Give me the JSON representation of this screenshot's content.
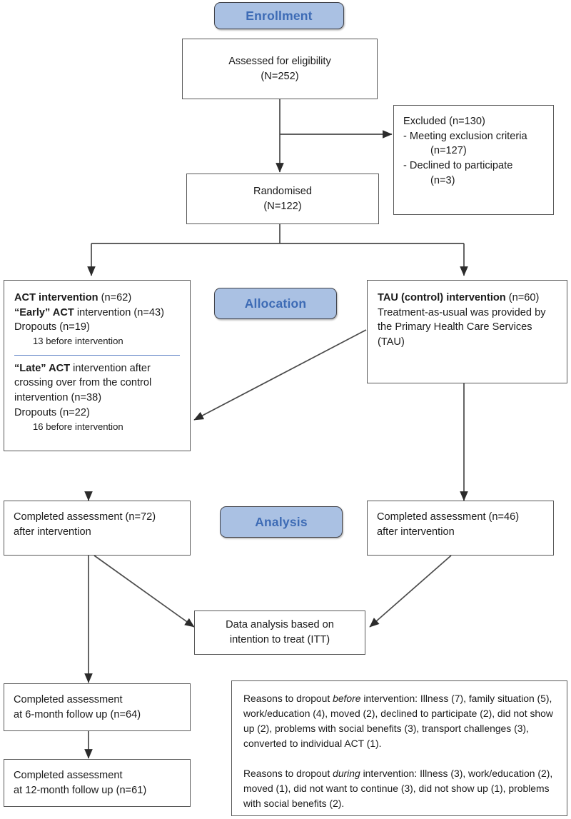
{
  "figure": {
    "type": "consort-flow-diagram",
    "accent_blue": "#aac1e3",
    "accent_text": "#3d6bb5",
    "line_color": "#404040"
  },
  "stages": {
    "enrollment": "Enrollment",
    "allocation": "Allocation",
    "analysis": "Analysis"
  },
  "enrollment": {
    "assessed": {
      "line1": "Assessed for eligibility",
      "line2": "(N=252)"
    },
    "excluded": {
      "heading": "Excluded (n=130)",
      "item1": "-   Meeting exclusion criteria",
      "item1n": "(n=127)",
      "item2": "-  Declined to participate",
      "item2n": "(n=3)"
    },
    "randomised": {
      "line1": "Randomised",
      "line2": "(N=122)"
    }
  },
  "allocation": {
    "act": {
      "title_bold": "ACT intervention",
      "title_n": " (n=62)",
      "early_bold": "“Early” ACT",
      "early_rest": " intervention (n=43)",
      "early_dropouts": "Dropouts (n=19)",
      "early_before": "13 before intervention",
      "late_bold": "“Late” ACT",
      "late_rest": " intervention after",
      "late_line2": "crossing over from the control",
      "late_line3": "intervention (n=38)",
      "late_dropouts": "Dropouts (n=22)",
      "late_before": "16 before intervention"
    },
    "tau": {
      "title_bold": "TAU (control) intervention",
      "title_n": " (n=60)",
      "body_line1": "Treatment-as-usual was provided by",
      "body_line2": "the Primary Health Care Services",
      "body_line3": "(TAU)"
    }
  },
  "analysis": {
    "act_completed": {
      "line1": "Completed assessment (n=72)",
      "line2": "after intervention"
    },
    "tau_completed": {
      "line1": "Completed assessment (n=46)",
      "line2": "after intervention"
    },
    "itt": {
      "line1": "Data analysis based on",
      "line2": "intention to treat (ITT)"
    }
  },
  "followup": {
    "six_month": {
      "line1": "Completed assessment",
      "line2": "at 6-month follow up (n=64)"
    },
    "twelve_month": {
      "line1": "Completed assessment",
      "line2": "at 12-month follow up (n=61)"
    }
  },
  "dropout_reasons": {
    "before": {
      "prefix": "Reasons to dropout ",
      "emph": "before",
      "suffix": " intervention: Illness (7), family situation (5), work/education (4), moved (2), declined to participate (2), did not show up (2), problems with social benefits (3), transport challenges (3), converted to individual ACT (1)."
    },
    "during": {
      "prefix": "Reasons to dropout ",
      "emph": "during",
      "suffix": " intervention: Illness (3), work/education (2), moved (1), did not want to continue (3), did not show up (1), problems with social benefits (2)."
    }
  }
}
